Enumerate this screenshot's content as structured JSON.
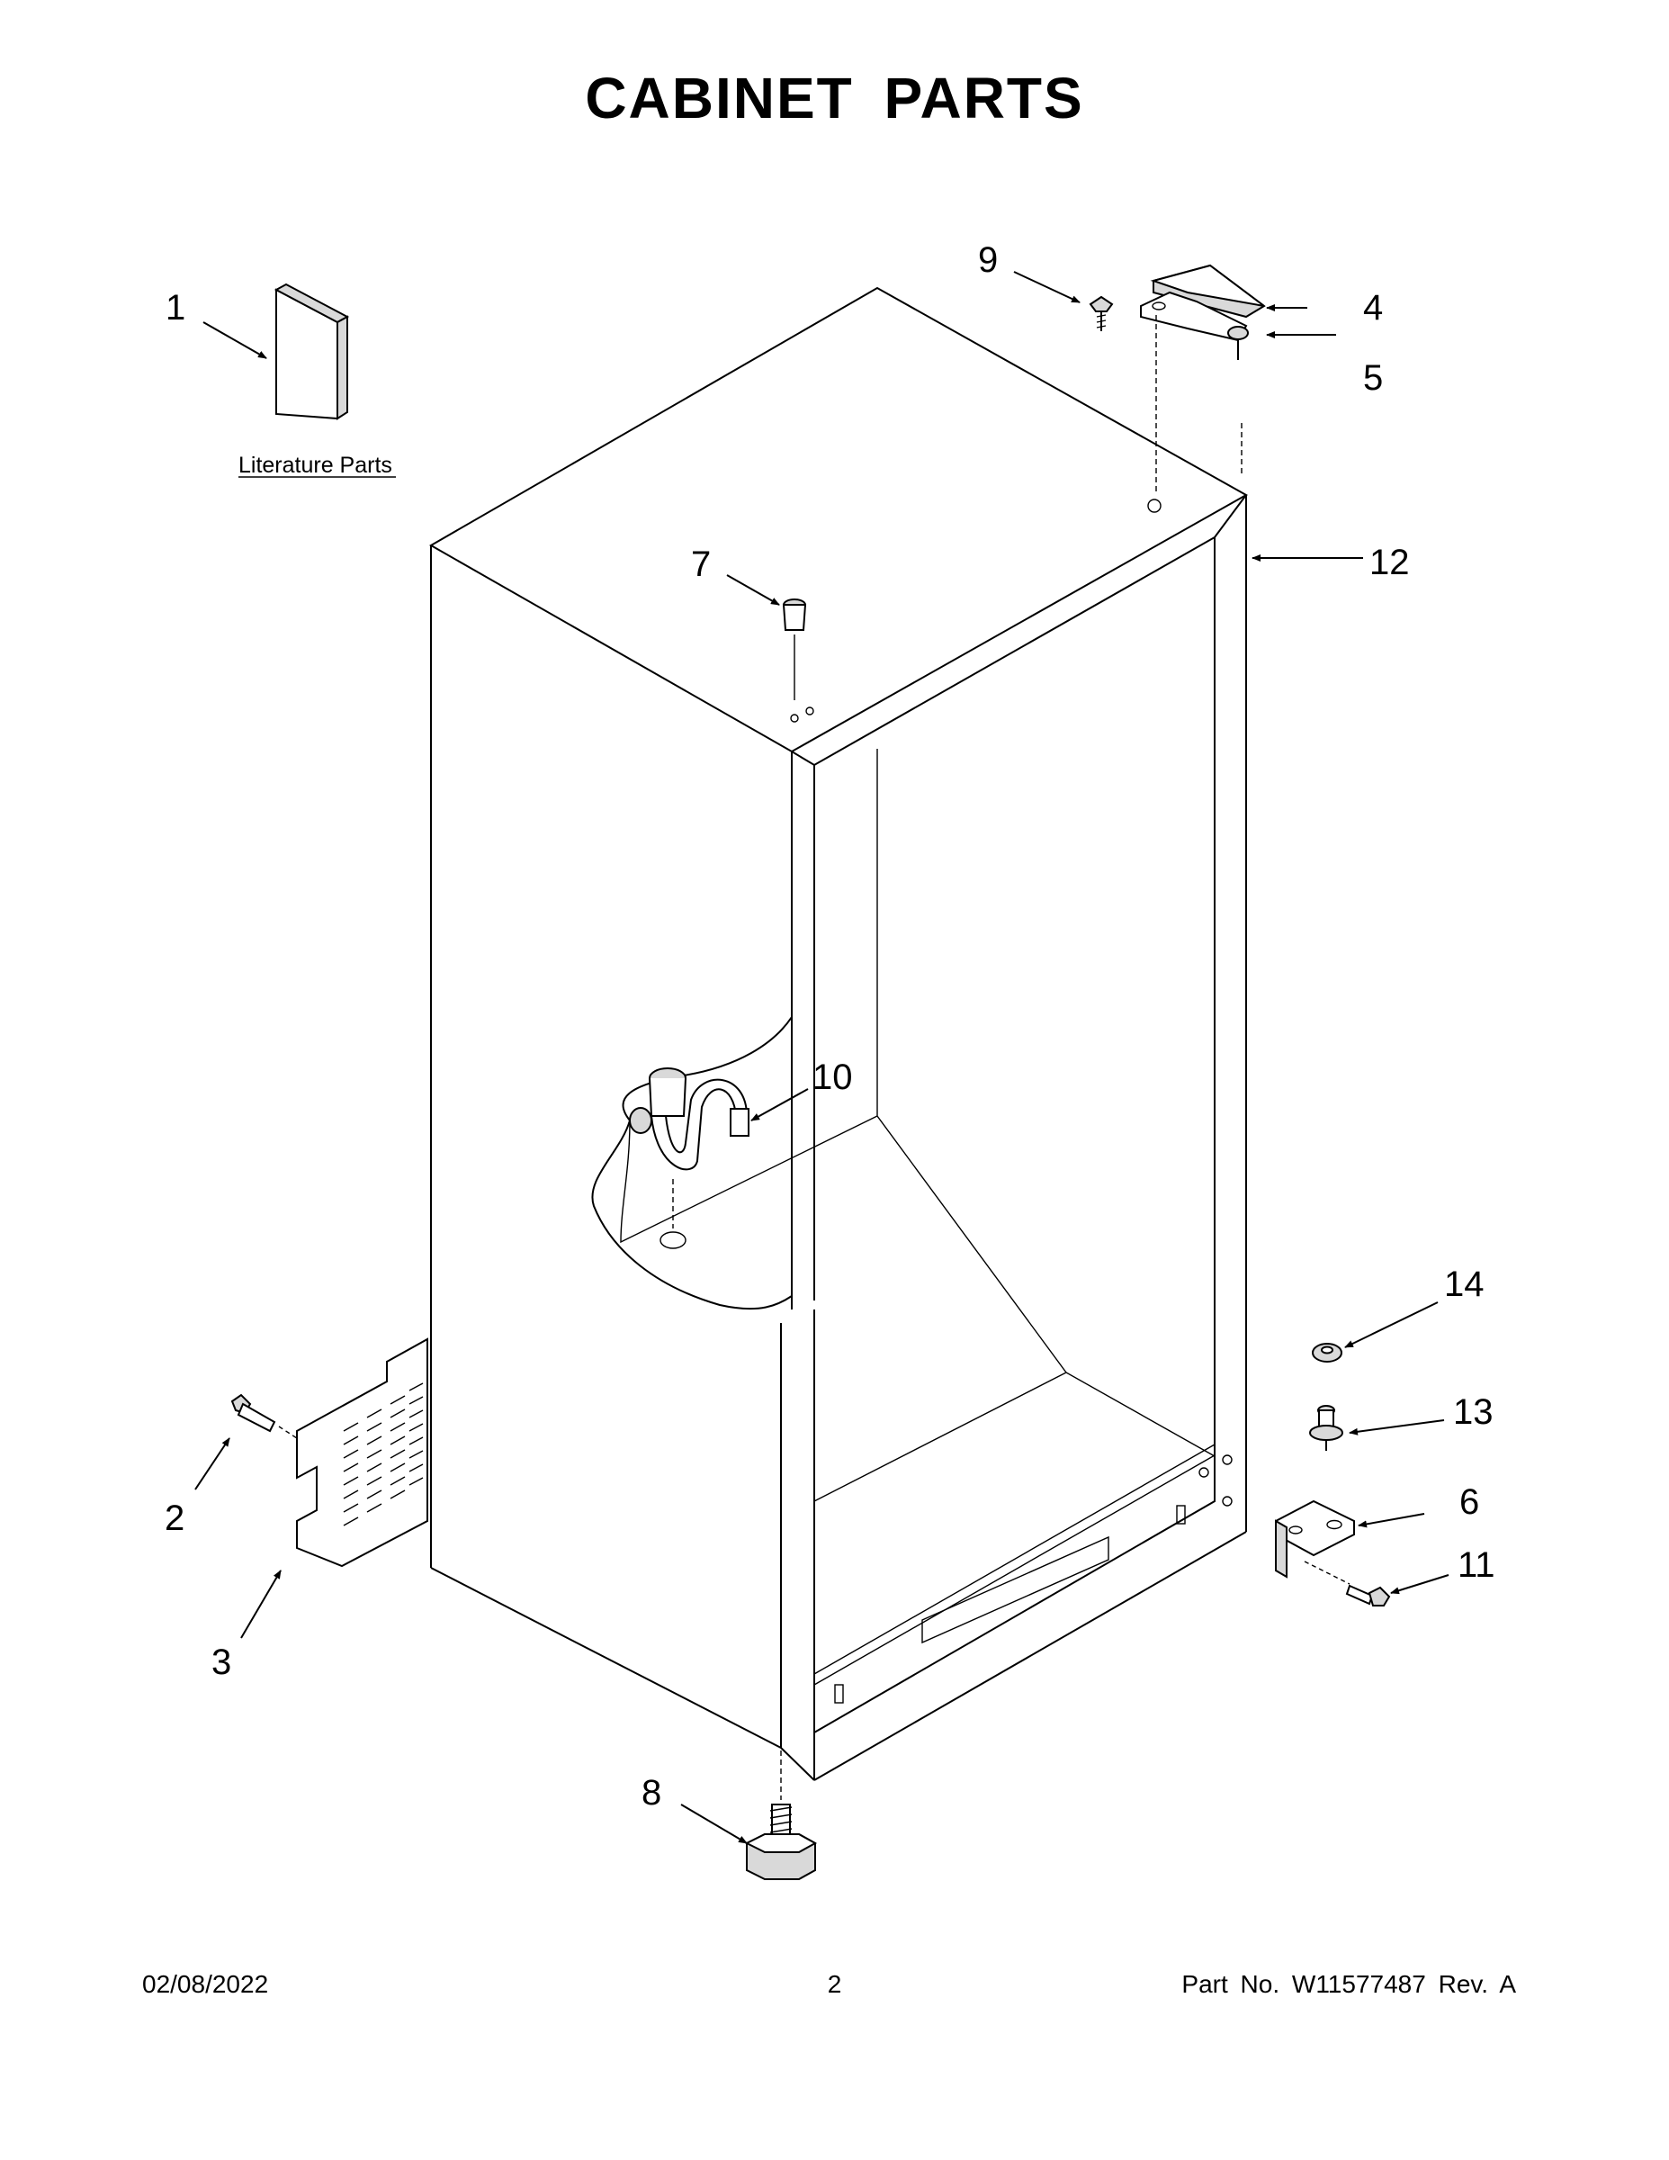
{
  "title": "CABINET PARTS",
  "literature_label": "Literature Parts",
  "callouts": [
    "1",
    "2",
    "3",
    "4",
    "5",
    "6",
    "7",
    "8",
    "9",
    "10",
    "11",
    "12",
    "13",
    "14"
  ],
  "footer": {
    "date": "02/08/2022",
    "page": "2",
    "part_info": "Part No.  W11577487  Rev.  A"
  }
}
